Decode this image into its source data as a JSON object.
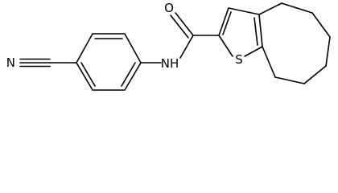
{
  "molecule": {
    "atoms": {
      "nitrogen_nitrile": "N",
      "oxygen": "O",
      "amide_nh": "NH",
      "sulfur": "S"
    }
  }
}
